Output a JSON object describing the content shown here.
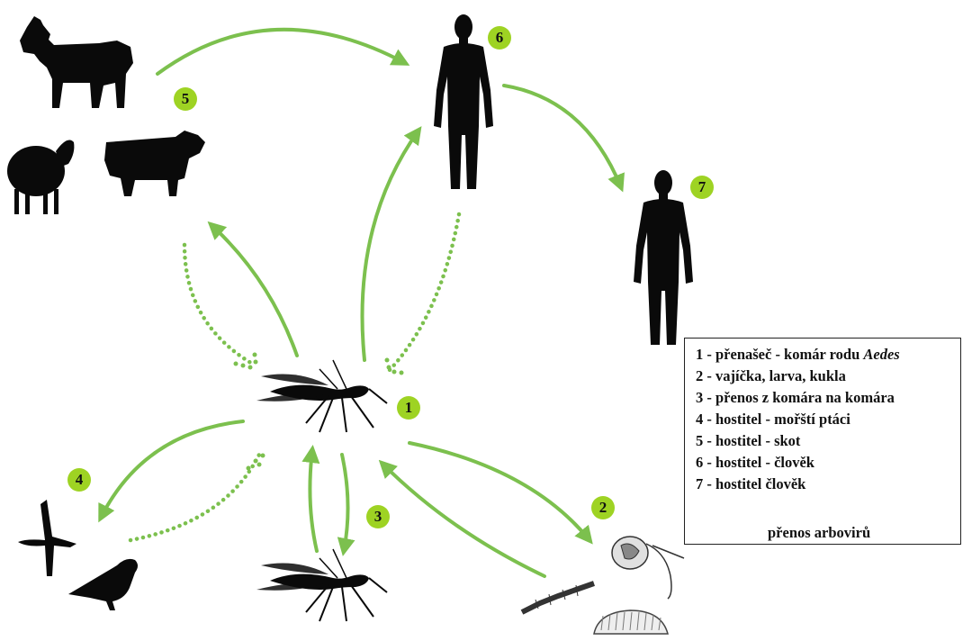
{
  "badges": [
    "1",
    "2",
    "3",
    "4",
    "5",
    "6",
    "7"
  ],
  "legend": {
    "items": [
      {
        "text": "1 - přenašeč  - komár rodu ",
        "italic": "Aedes"
      },
      {
        "text": "2 - vajíčka, larva, kukla"
      },
      {
        "text": "3 - přenos z komára na komára"
      },
      {
        "text": "4 - hostitel - mořští ptáci"
      },
      {
        "text": "5 - hostitel - skot"
      },
      {
        "text": "6 - hostitel - člověk"
      },
      {
        "text": "7 - hostitel člověk"
      }
    ],
    "arrow_label": "přenos arbovirů"
  },
  "colors": {
    "arrow": "#7cc04e",
    "badge": "#9ed323",
    "silhouette": "#0a0a0a"
  },
  "icons": [
    "goat-icon",
    "sheep-icon",
    "cow-icon",
    "human-icon",
    "mosquito-icon",
    "albatross-icon",
    "gull-icon",
    "egg-icon",
    "larva-icon",
    "pupa-icon"
  ]
}
